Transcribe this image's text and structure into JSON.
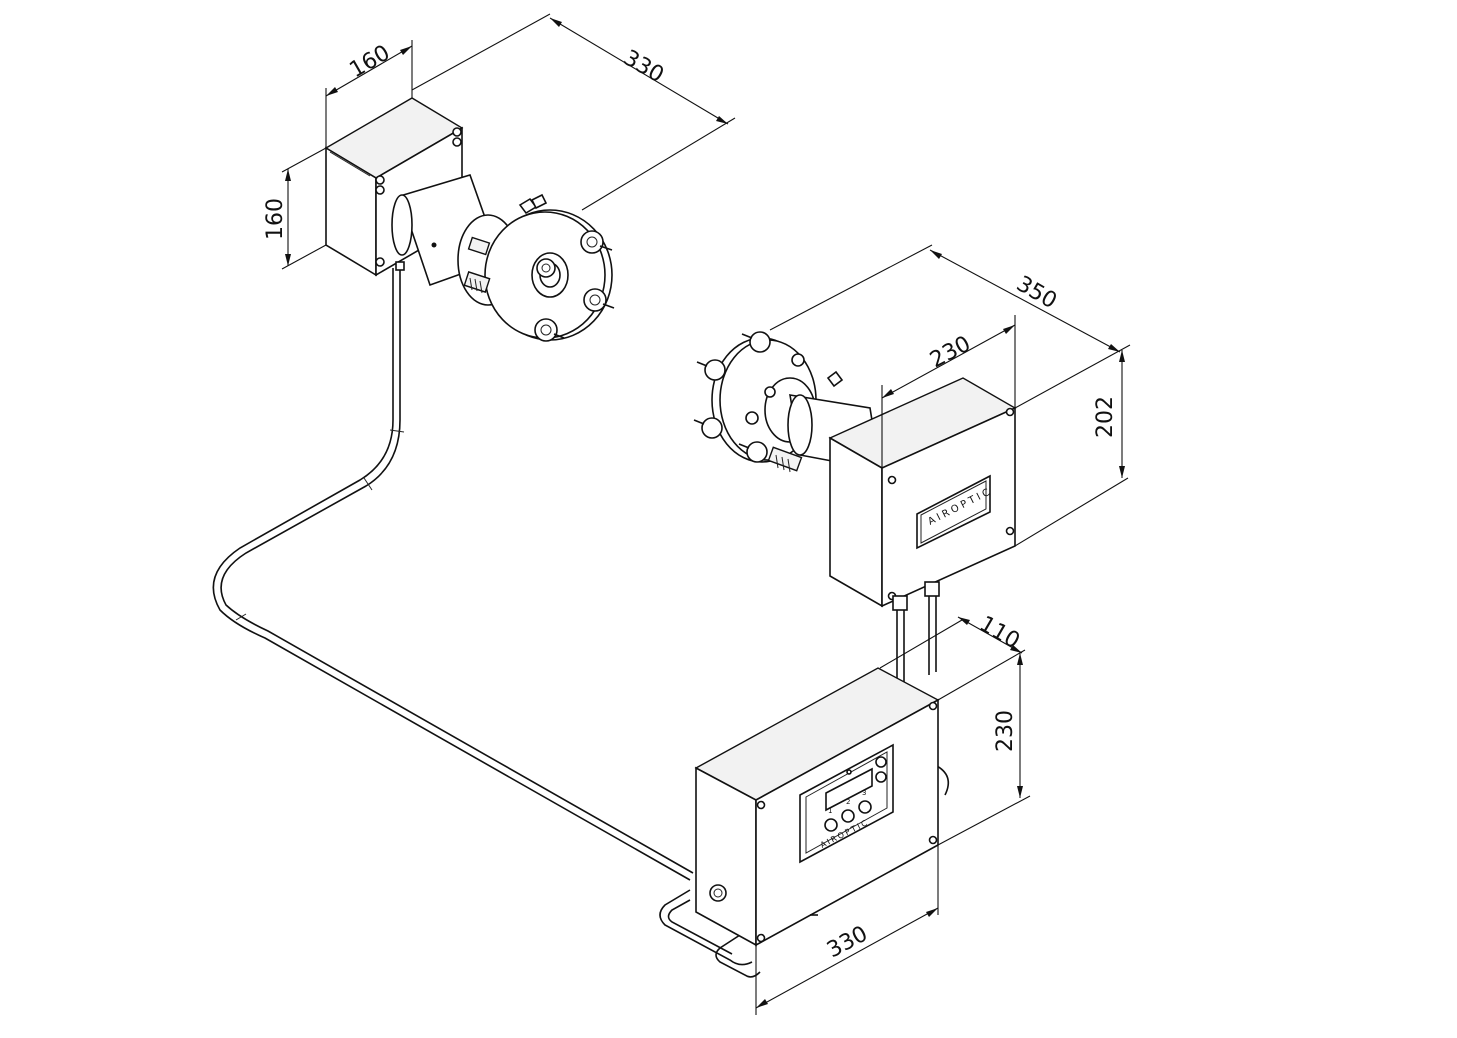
{
  "dimensions": {
    "upper_box_width": "160",
    "upper_box_height": "160",
    "upper_unit_length": "330",
    "right_unit_length": "350",
    "right_box_length": "230",
    "right_box_height": "202",
    "control_box_depth": "110",
    "control_box_height": "230",
    "control_box_width": "330"
  },
  "labels": {
    "right_box_brand": "AIROPTIC",
    "panel_brand": "AIROPTIC",
    "panel_button_numbers": [
      "1",
      "2",
      "3"
    ]
  }
}
